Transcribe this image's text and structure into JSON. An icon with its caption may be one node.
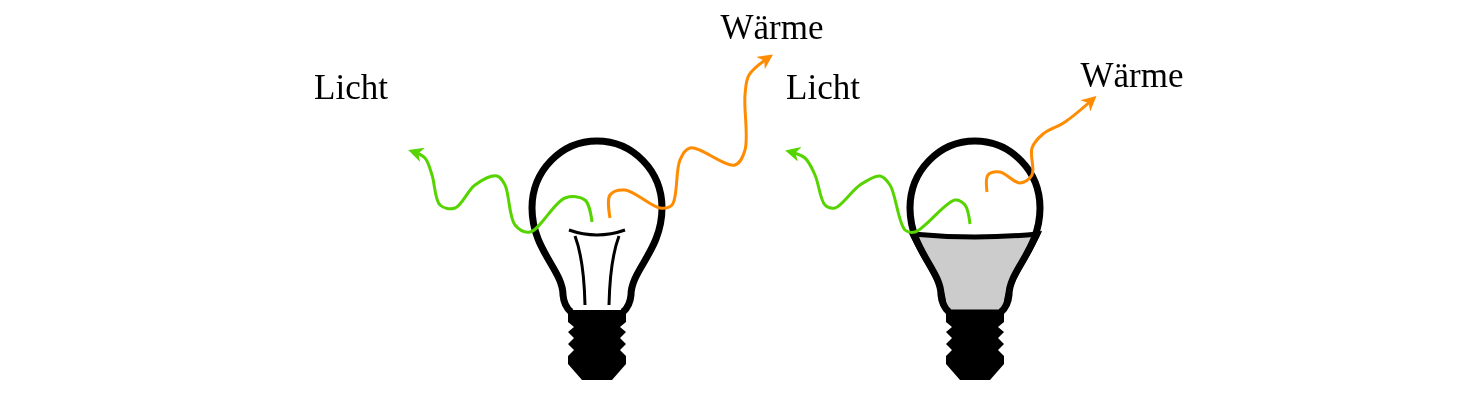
{
  "diagram": {
    "nodes": [
      {
        "text": [
          "Wärme"
        ]
      },
      {
        "text": [
          "Licht"
        ]
      },
      {
        "text": [
          "Licht"
        ]
      },
      {
        "text": [
          "Wärme"
        ]
      },
      {
        "text": [],
        "shape": "picture"
      },
      {
        "text": [],
        "shape": "picture"
      }
    ],
    "edges": [
      {
        "from": 4,
        "to": 1,
        "arrow": "to",
        "color": "#55d400"
      },
      {
        "from": 4,
        "to": 0,
        "arrow": "to",
        "color": "#ff8c00"
      },
      {
        "from": 5,
        "to": 2,
        "arrow": "to",
        "color": "#55d400"
      },
      {
        "from": 5,
        "to": 3,
        "arrow": "to",
        "color": "#ff8c00"
      }
    ]
  }
}
